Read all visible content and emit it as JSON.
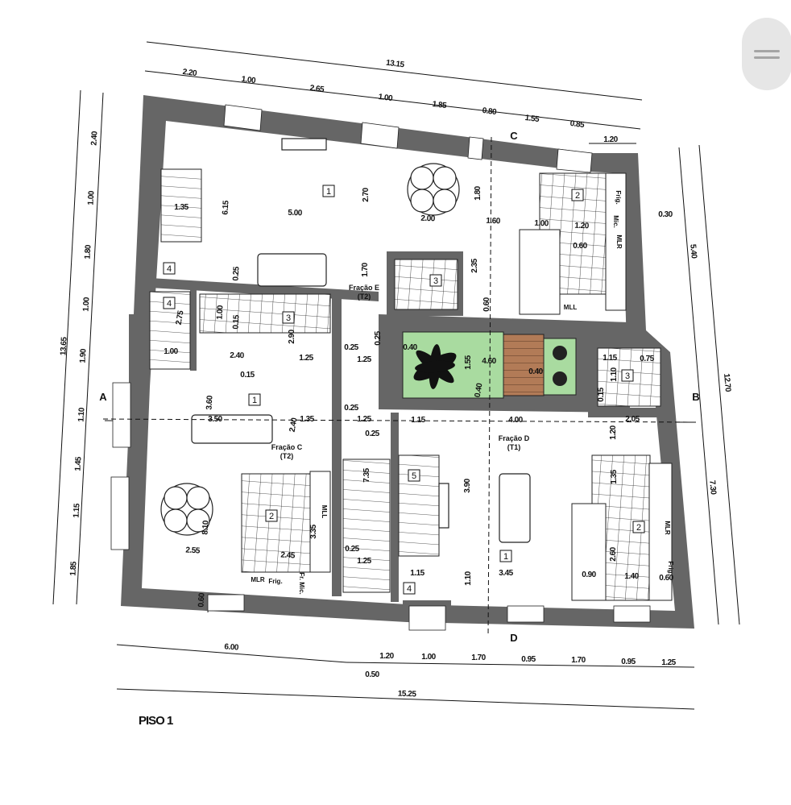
{
  "drawing": {
    "title": "PISO 1",
    "colors": {
      "wall": "#666666",
      "courtyard": "#a9dba0",
      "deck": "#b27b57",
      "background": "#ffffff"
    },
    "sections": [
      "A",
      "B",
      "C",
      "D"
    ],
    "units": [
      {
        "name": "Fração E",
        "type": "(T2)"
      },
      {
        "name": "Fração C",
        "type": "(T2)"
      },
      {
        "name": "Fração D",
        "type": "(T1)"
      }
    ],
    "room_numbers": [
      "1",
      "4",
      "4",
      "3",
      "3",
      "2",
      "1",
      "2",
      "5",
      "4",
      "1",
      "2",
      "3"
    ],
    "appliances": [
      "Frig.",
      "Mic.",
      "MLR",
      "MLL",
      "MLR",
      "Frig.",
      "Fr. Mic.",
      "MLL",
      "MLR",
      "Frig."
    ],
    "dimensions": [
      "13.15",
      "2.20",
      "1.00",
      "2.65",
      "1.00",
      "1.85",
      "0.80",
      "1.55",
      "0.85",
      "1.20",
      "13.65",
      "2.40",
      "1.00",
      "1.80",
      "1.00",
      "1.90",
      "1.10",
      "1.45",
      "1.15",
      "1.85",
      "5.40",
      "12.70",
      "7.30",
      "0.30",
      "6.00",
      "0.50",
      "1.20",
      "1.00",
      "1.70",
      "0.95",
      "1.70",
      "0.95",
      "1.25",
      "15.25",
      "5.00",
      "2.00",
      "1.60",
      "1.00",
      "1.20",
      "0.60",
      "1.35",
      "6.15",
      "2.70",
      "1.80",
      "2.35",
      "0.60",
      "1.70",
      "0.25",
      "2.75",
      "1.00",
      "0.15",
      "2.90",
      "1.00",
      "2.40",
      "0.15",
      "1.25",
      "0.25",
      "1.25",
      "0.25",
      "0.40",
      "4.60",
      "1.55",
      "0.40",
      "0.40",
      "1.15",
      "0.75",
      "1.10",
      "0.15",
      "3.50",
      "3.60",
      "1.35",
      "2.40",
      "0.25",
      "1.25",
      "0.25",
      "1.15",
      "4.00",
      "2.05",
      "1.20",
      "1.35",
      "3.90",
      "7.35",
      "3.35",
      "8.10",
      "2.55",
      "2.45",
      "0.25",
      "1.25",
      "1.15",
      "3.45",
      "1.10",
      "0.90",
      "1.40",
      "0.60",
      "2.60",
      "0.60"
    ]
  },
  "ui": {
    "menu_icon": "hamburger-icon"
  }
}
